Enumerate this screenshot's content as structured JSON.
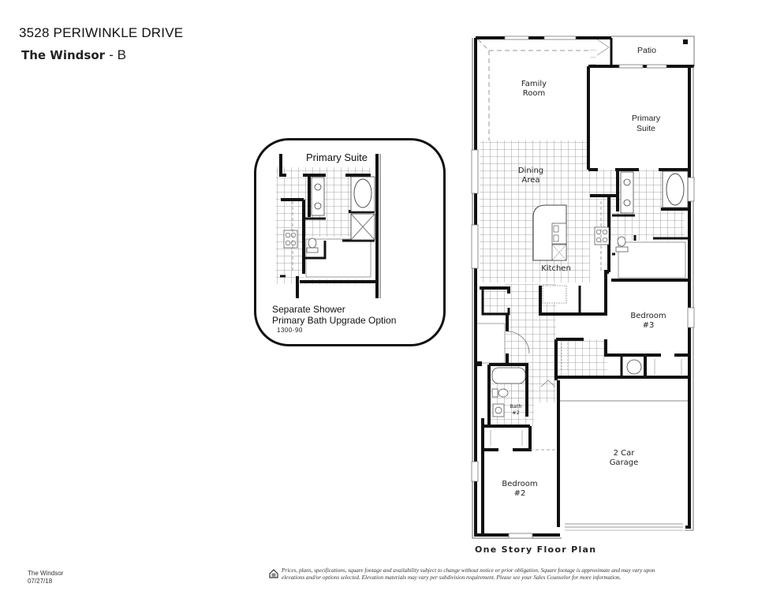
{
  "header": {
    "address": "3528 PERIWINKLE DRIVE",
    "plan_name": "The Windsor",
    "elevation_suffix": "- B"
  },
  "inset": {
    "title": "Primary Suite",
    "caption_line1": "Separate Shower",
    "caption_line2": "Primary Bath Upgrade Option",
    "code": "1300-90"
  },
  "rooms": {
    "patio": "Patio",
    "family_room": [
      "Family",
      "Room"
    ],
    "primary_suite": [
      "Primary",
      "Suite"
    ],
    "dining_area": [
      "Dining",
      "Area"
    ],
    "kitchen": "Kitchen",
    "bedroom3": [
      "Bedroom",
      "#3"
    ],
    "bath2": [
      "Bath",
      "#2"
    ],
    "garage": [
      "2 Car",
      "Garage"
    ],
    "bedroom2": [
      "Bedroom",
      "#2"
    ]
  },
  "plan_caption": "One Story Floor Plan",
  "footer": {
    "plan_name": "The Windsor",
    "date": "07/27/18",
    "equal_housing_icon": "equal-housing-opportunity-icon",
    "disclaimer": "Prices, plans, specifications, square footage and availability subject to change without notice or prior obligation. Square footage is approximate and may vary upon elevations and/or options selected. Elevation materials may vary per subdivision requirement. Please see your Sales Counselor for more information."
  },
  "colors": {
    "wall": "#111111",
    "tile_grid": "#8a8a8a",
    "background": "#ffffff"
  }
}
